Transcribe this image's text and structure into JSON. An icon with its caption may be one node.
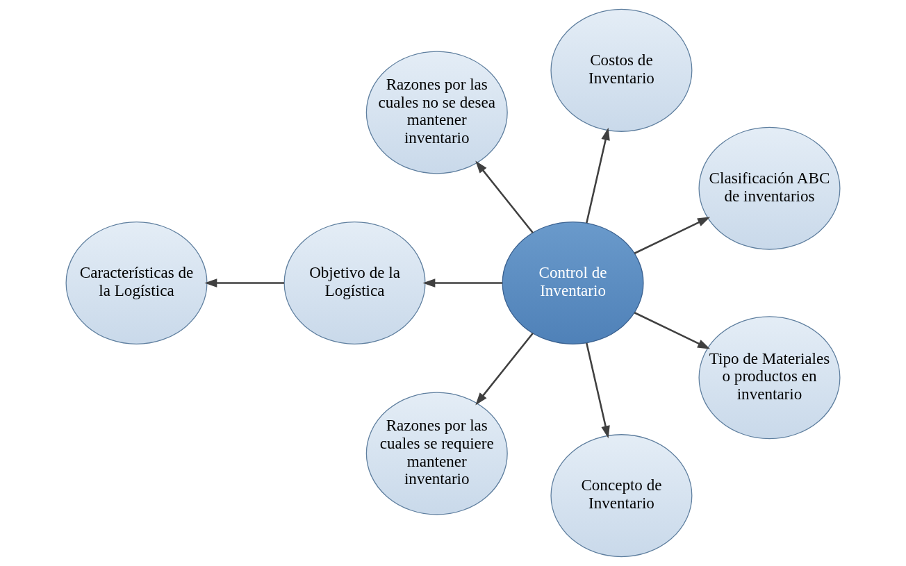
{
  "diagram": {
    "nodes": [
      {
        "text": [
          "Control de Inventario"
        ]
      },
      {
        "text": [
          "Clasificación ABC de inventarios"
        ]
      },
      {
        "text": [
          "Costos de Inventario"
        ]
      },
      {
        "text": [
          "Razones por las cuales no se desea mantener inventario"
        ]
      },
      {
        "text": [
          "Características de la Logística"
        ]
      },
      {
        "text": [
          "Objetivo de la Logística"
        ]
      },
      {
        "text": [
          "Razones por las cuales se requiere mantener inventario"
        ]
      },
      {
        "text": [
          "Concepto de Inventario"
        ]
      },
      {
        "text": [
          "Tipo de Materiales o productos en inventario"
        ]
      }
    ],
    "edges": [
      {
        "from": 0,
        "to": 1,
        "arrow": "to"
      },
      {
        "from": 0,
        "to": 2,
        "arrow": "to"
      },
      {
        "from": 0,
        "to": 3,
        "arrow": "to"
      },
      {
        "from": 0,
        "to": 5,
        "arrow": "to"
      },
      {
        "from": 5,
        "to": 4,
        "arrow": "to"
      },
      {
        "from": 0,
        "to": 6,
        "arrow": "to"
      },
      {
        "from": 0,
        "to": 7,
        "arrow": "to"
      },
      {
        "from": 0,
        "to": 8,
        "arrow": "to"
      }
    ]
  }
}
